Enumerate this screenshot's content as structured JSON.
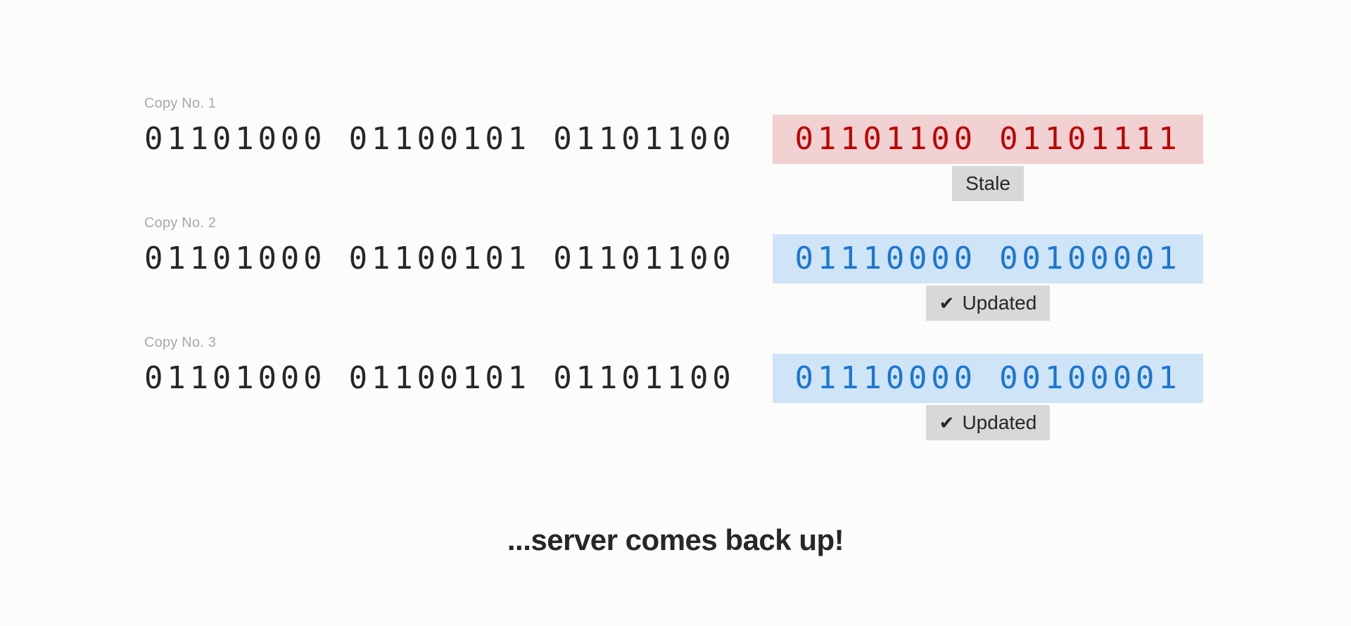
{
  "page": {
    "caption": "...server comes back up!"
  },
  "colors": {
    "page-bg": "#fcfcfa",
    "ink": "#272727",
    "label-gray": "#a8a8a8",
    "red-bg": "#f2d1d3",
    "red-text": "#bd0303",
    "blue-bg": "#cfe4f7",
    "blue-text": "#1c76d2",
    "badge-bg": "#d8d8d8"
  },
  "rows": [
    {
      "label": "Copy No. 1",
      "shared_bytes": "01101000 01100101 01101100",
      "highlight_bytes": "01101100 01101111",
      "state": "stale",
      "badge": {
        "label": "Stale"
      }
    },
    {
      "label": "Copy No. 2",
      "shared_bytes": "01101000 01100101 01101100",
      "highlight_bytes": "01110000 00100001",
      "state": "updated",
      "badge": {
        "icon": "✔",
        "label": "Updated"
      }
    },
    {
      "label": "Copy No. 3",
      "shared_bytes": "01101000 01100101 01101100",
      "highlight_bytes": "01110000 00100001",
      "state": "updated",
      "badge": {
        "icon": "✔",
        "label": "Updated"
      }
    }
  ]
}
